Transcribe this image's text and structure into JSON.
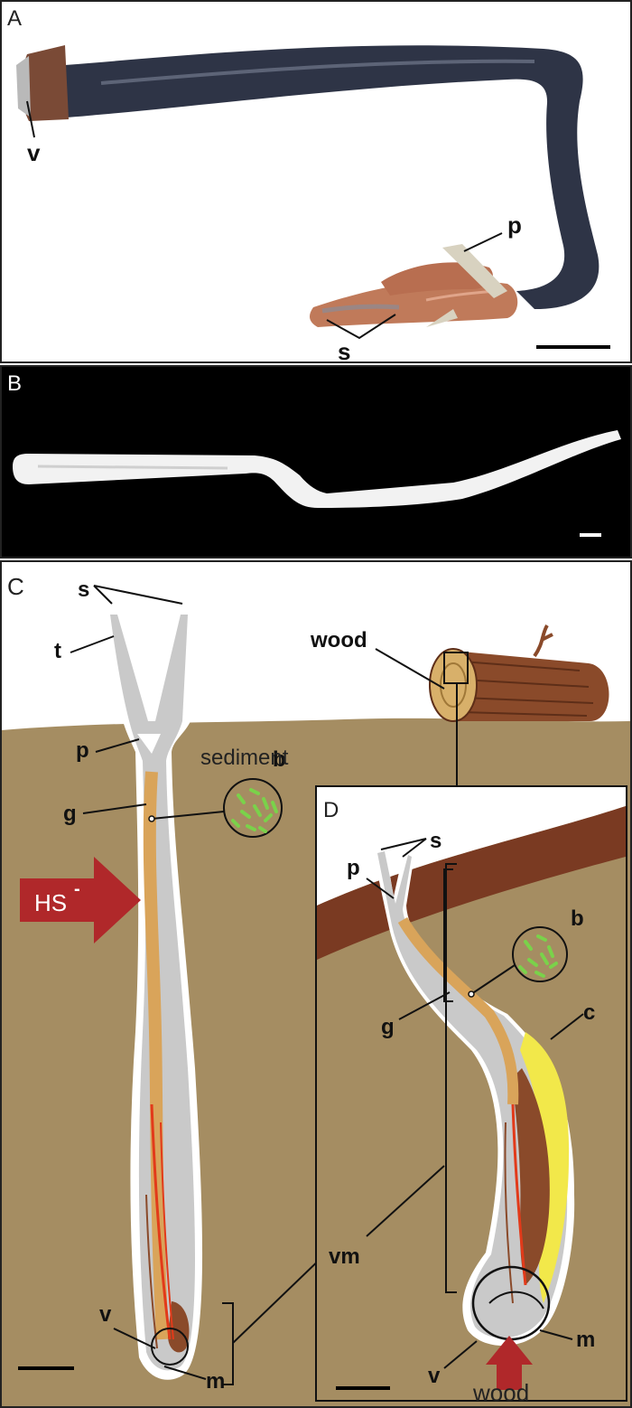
{
  "panels": {
    "a": {
      "letter": "A",
      "labels": {
        "v": "v",
        "p": "p",
        "s": "s"
      }
    },
    "b": {
      "letter": "B"
    },
    "c": {
      "letter": "C",
      "labels": {
        "s": "s",
        "t": "t",
        "wood": "wood",
        "sediment": "sediment",
        "p": "p",
        "g": "g",
        "b": "b",
        "hs": "HS",
        "hs_sup": "-",
        "vm": "vm",
        "v": "v",
        "m": "m"
      }
    },
    "d": {
      "letter": "D",
      "labels": {
        "s": "s",
        "p": "p",
        "b": "b",
        "g": "g",
        "c": "c",
        "v": "v",
        "m": "m",
        "wood": "wood"
      }
    }
  },
  "colors": {
    "worm_body": "#2e3446",
    "plume": "#c07a5a",
    "tube_white": "#f2f2f2",
    "sediment": "#a58d62",
    "bone": "#7a3a22",
    "gut": "#d9a45a",
    "trophosome": "#8a4a2a",
    "blood": "#e23a1a",
    "arrow_red": "#b0282a",
    "egg_yellow": "#f2e84a",
    "bacteria_green": "#7ad24a"
  }
}
